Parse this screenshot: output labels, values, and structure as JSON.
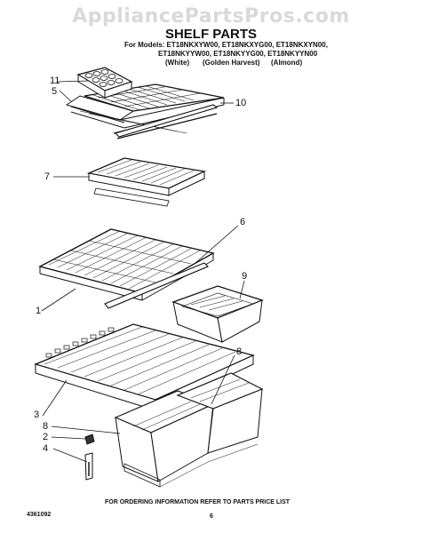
{
  "watermark": "AppliancePartsPros.com",
  "title": "SHELF PARTS",
  "models": {
    "line1": "For Models: ET18NKXYW00, ET18NKXYG00, ET18NKXYN00,",
    "line2": "ET18NKYYW00, ET18NKYYG00, ET18NKYYN00",
    "finishes": [
      "(White)",
      "(Golden Harvest)",
      "(Almond)"
    ]
  },
  "callouts": [
    "11",
    "5",
    "10",
    "7",
    "6",
    "9",
    "1",
    "8",
    "3",
    "8",
    "2",
    "4"
  ],
  "footer": {
    "part_number": "4361092",
    "note": "FOR ORDERING INFORMATION REFER TO PARTS PRICE LIST",
    "page": "6"
  }
}
